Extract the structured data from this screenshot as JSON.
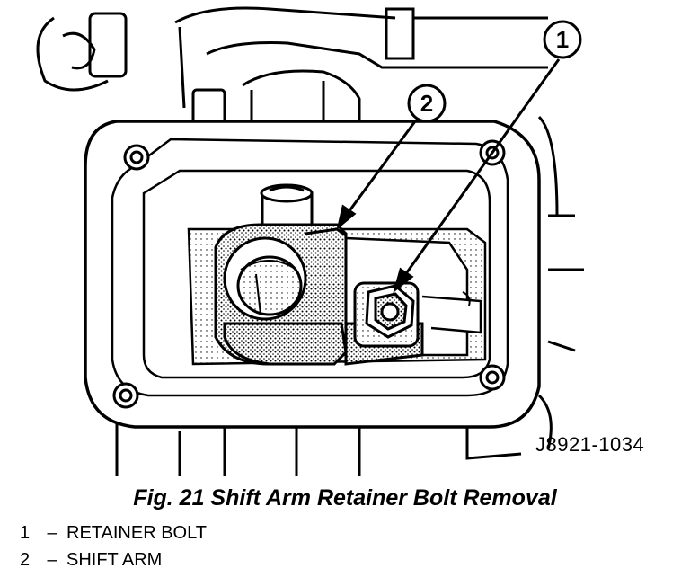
{
  "callouts": [
    {
      "number": "1",
      "target": "retainer-bolt"
    },
    {
      "number": "2",
      "target": "shift-arm"
    }
  ],
  "part_number": "J8921-1034",
  "caption": "Fig. 21 Shift Arm Retainer Bolt Removal",
  "legend": [
    {
      "number": "1",
      "dash": "–",
      "label": "RETAINER BOLT"
    },
    {
      "number": "2",
      "dash": "–",
      "label": "SHIFT ARM"
    }
  ]
}
